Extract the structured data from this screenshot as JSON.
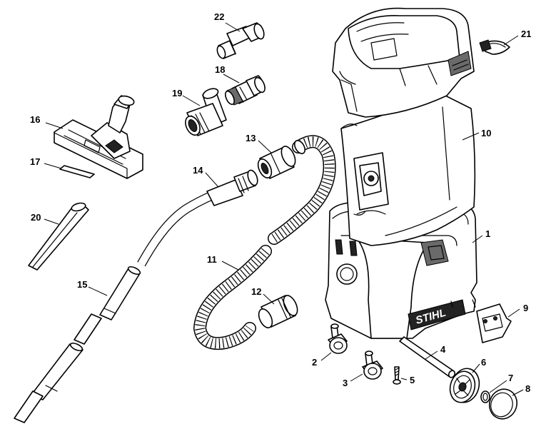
{
  "callouts": {
    "c1": "1",
    "c2": "2",
    "c3": "3",
    "c4": "4",
    "c5": "5",
    "c6": "6",
    "c7": "7",
    "c8": "8",
    "c9": "9",
    "c10": "10",
    "c11": "11",
    "c12": "12",
    "c13": "13",
    "c14": "14",
    "c15": "15",
    "c16": "16",
    "c17": "17",
    "c18": "18",
    "c19": "19",
    "c20": "20",
    "c21": "21",
    "c22": "22"
  },
  "brand_text": "STIHL"
}
